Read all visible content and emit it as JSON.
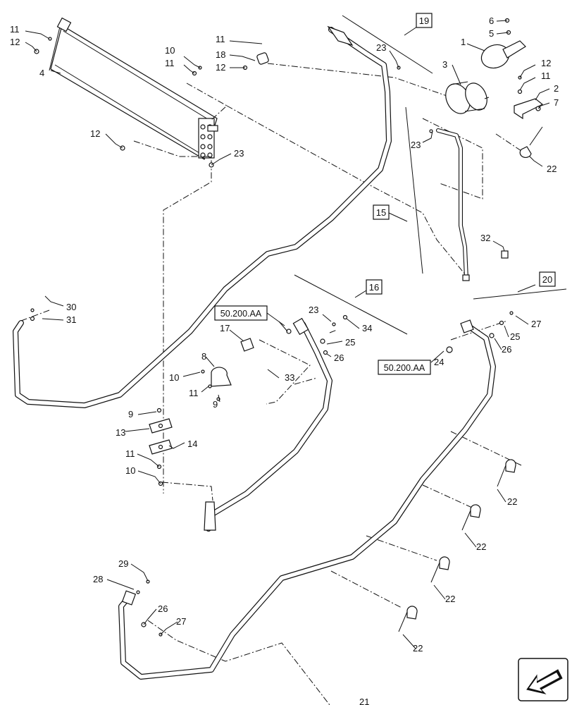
{
  "callouts": {
    "c1": "1",
    "c2": "2",
    "c3": "3",
    "c4": "4",
    "c5": "5",
    "c6": "6",
    "c7": "7",
    "c8": "8",
    "c9a": "9",
    "c9b": "9",
    "c10a": "10",
    "c10b": "10",
    "c10c": "10",
    "c11a": "11",
    "c11b": "11",
    "c11c": "11",
    "c11d": "11",
    "c11e": "11",
    "c11f": "11",
    "c12a": "12",
    "c12b": "12",
    "c12c": "12",
    "c12d": "12",
    "c13": "13",
    "c14": "14",
    "c15": "15",
    "c16": "16",
    "c17": "17",
    "c18": "18",
    "c19": "19",
    "c20": "20",
    "c21": "21",
    "c22a": "22",
    "c22b": "22",
    "c22c": "22",
    "c22d": "22",
    "c22e": "22",
    "c23a": "23",
    "c23b": "23",
    "c23c": "23",
    "c23d": "23",
    "c24": "24",
    "c25a": "25",
    "c25b": "25",
    "c26a": "26",
    "c26b": "26",
    "c26c": "26",
    "c27a": "27",
    "c27b": "27",
    "c28": "28",
    "c29": "29",
    "c30": "30",
    "c31": "31",
    "c32": "32",
    "c33": "33",
    "c34": "34"
  },
  "references": {
    "ref_left": "50.200.AA",
    "ref_right": "50.200.AA"
  },
  "icons": {
    "nav": "direction-arrow-icon"
  }
}
